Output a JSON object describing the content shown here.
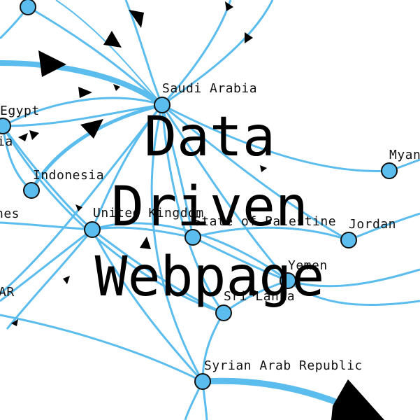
{
  "title_lines": [
    "Data",
    "Driven",
    "Webpage"
  ],
  "colors": {
    "edge": "#5bbcee",
    "node_fill": "#5bbcee",
    "node_stroke": "#111111",
    "arrow": "#000000",
    "text": "#000000",
    "background": "#ffffff"
  },
  "nodes": [
    {
      "id": "top",
      "label": ""
    },
    {
      "id": "saudi",
      "label": "Saudi Arabia"
    },
    {
      "id": "egypt",
      "label": "Egypt"
    },
    {
      "id": "ia",
      "label": "ia"
    },
    {
      "id": "indonesia",
      "label": "Indonesia"
    },
    {
      "id": "nes",
      "label": "nes"
    },
    {
      "id": "uk",
      "label": "United Kingdom"
    },
    {
      "id": "palestine",
      "label": "State of Palestine"
    },
    {
      "id": "jordan",
      "label": "Jordan"
    },
    {
      "id": "yemen",
      "label": "Yemen"
    },
    {
      "id": "srilanka",
      "label": "Sri Lanka"
    },
    {
      "id": "myanmar",
      "label": "Myan"
    },
    {
      "id": "ar",
      "label": "AR"
    },
    {
      "id": "syria",
      "label": "Syrian Arab Republic"
    }
  ]
}
